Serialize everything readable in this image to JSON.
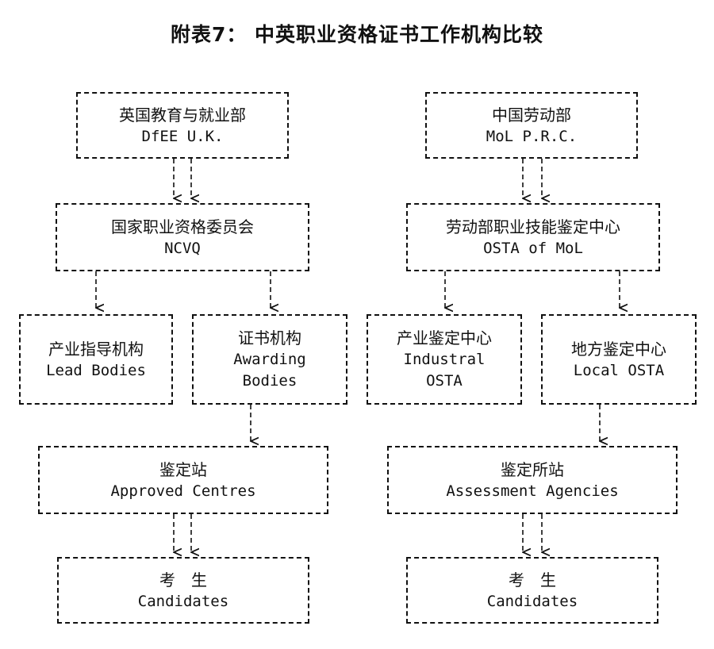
{
  "title": "附表7： 中英职业资格证书工作机构比较",
  "uk": {
    "dfee": {
      "zh": "英国教育与就业部",
      "en": "DfEE U.K."
    },
    "ncvq": {
      "zh": "国家职业资格委员会",
      "en": "NCVQ"
    },
    "lead": {
      "zh": "产业指导机构",
      "en": "Lead Bodies"
    },
    "awarding": {
      "zh": "证书机构",
      "en": "Awarding\nBodies"
    },
    "approved": {
      "zh": "鉴定站",
      "en": "Approved Centres"
    },
    "candidates": {
      "zh": "考　生",
      "en": "Candidates"
    }
  },
  "cn": {
    "mol": {
      "zh": "中国劳动部",
      "en": "MoL P.R.C."
    },
    "osta": {
      "zh": "劳动部职业技能鉴定中心",
      "en": "OSTA of MoL"
    },
    "industrial": {
      "zh": "产业鉴定中心",
      "en": "Industral\nOSTA"
    },
    "local": {
      "zh": "地方鉴定中心",
      "en": "Local OSTA"
    },
    "agencies": {
      "zh": "鉴定所站",
      "en": "Assessment Agencies"
    },
    "candidates": {
      "zh": "考　生",
      "en": "Candidates"
    }
  }
}
